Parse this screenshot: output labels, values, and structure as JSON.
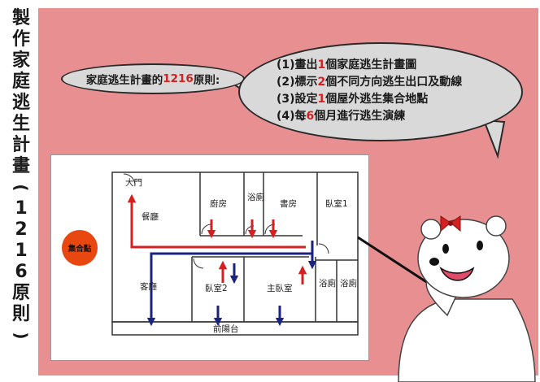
{
  "title_chars": [
    "製",
    "作",
    "家",
    "庭",
    "逃",
    "生",
    "計",
    "畫",
    "(",
    "1",
    "2",
    "1",
    "6",
    "原",
    "則",
    ")"
  ],
  "principle": {
    "prefix": "家庭逃生計畫的",
    "highlight": "1216",
    "suffix": "原則:"
  },
  "rules": [
    {
      "pre": "(1)畫出",
      "num": "1",
      "post": "個家庭逃生計畫圖"
    },
    {
      "pre": "(2)標示",
      "num": "2",
      "post": "個不同方向逃生出口及動線"
    },
    {
      "pre": "(3)設定",
      "num": "1",
      "post": "個屋外逃生集合地點"
    },
    {
      "pre": "(4)每",
      "num": "6",
      "post": "個月進行逃生演練"
    }
  ],
  "assembly_point": "集合點",
  "rooms": {
    "door": "大門",
    "dining": "餐廳",
    "kitchen": "廚房",
    "bath1": "浴廁",
    "study": "書房",
    "bedroom1": "臥室1",
    "living": "客廳",
    "bedroom2": "臥室2",
    "master": "主臥室",
    "bath2": "浴廁",
    "bath3": "浴廁",
    "balcony": "前陽台"
  },
  "colors": {
    "pink": "#e78f91",
    "red_route": "#d42020",
    "blue_route": "#1a237e",
    "assembly": "#e8470f"
  }
}
